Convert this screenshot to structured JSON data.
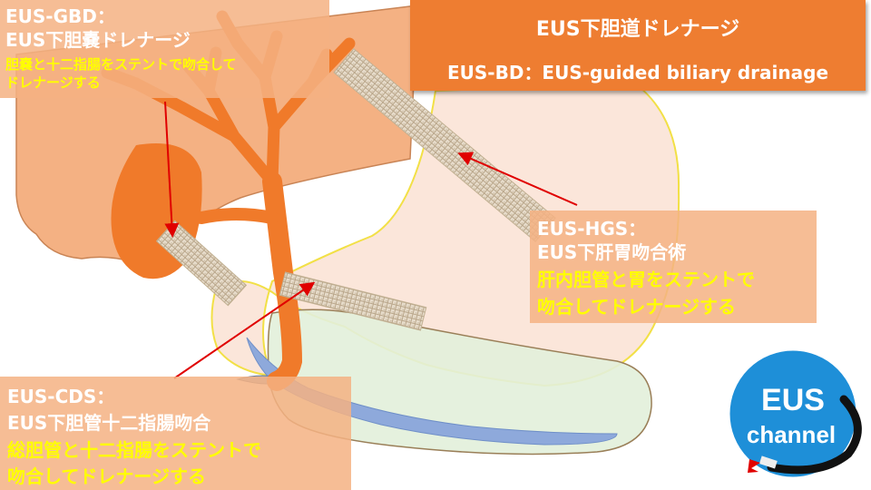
{
  "title": {
    "main": "EUS下胆道ドレナージ",
    "sub": "EUS-BD：EUS-guided biliary drainage"
  },
  "procedures": {
    "gbd": {
      "code": "EUS-GBD：",
      "name": "EUS下胆嚢ドレナージ",
      "desc_1": "胆嚢と十二指腸をステントで吻合して",
      "desc_2": "ドレナージする"
    },
    "hgs": {
      "code": "EUS-HGS：",
      "name": "EUS下肝胃吻合術",
      "desc_1": "肝内胆管と胃をステントで",
      "desc_2": "吻合してドレナージする"
    },
    "cds": {
      "code": "EUS-CDS：",
      "name": "EUS下胆管十二指腸吻合",
      "desc_1": "総胆管と十二指腸をステントで",
      "desc_2": "吻合してドレナージする"
    }
  },
  "logo": {
    "line_1": "EUS",
    "line_2": "channel"
  },
  "colors": {
    "title_bg": "#ee7d31",
    "label_bg": "#f4b183",
    "label_heading": "#ffffff",
    "label_description": "#ffff00",
    "arrow": "#e00000",
    "liver": "#f4b183",
    "bile_duct": "#f07a2a",
    "stomach": "#fbe3d6",
    "pancreas": "#e2efda",
    "pancreatic_duct": "#8ea9db",
    "logo_circle": "#1e8fd8"
  }
}
